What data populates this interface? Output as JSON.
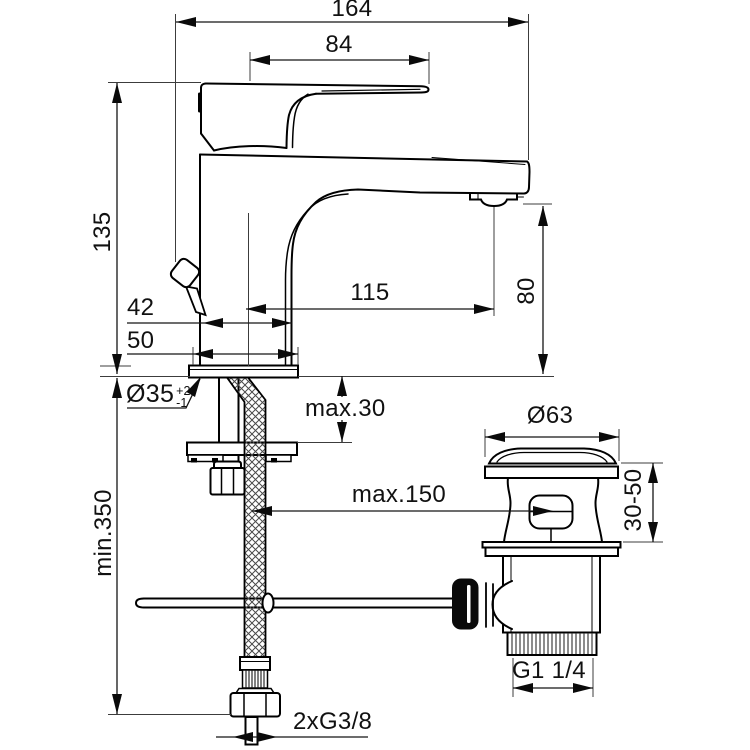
{
  "dims": {
    "total_width": "164",
    "handle_length": "84",
    "body_height": "135",
    "spout_reach": "115",
    "spout_height": "80",
    "base_width_42": "42",
    "base_width_50": "50",
    "hole_dia": "Ø35",
    "hole_tol_plus": "+2",
    "hole_tol_minus": "-1",
    "max_deck_thickness": "max.30",
    "min_hose_length": "min.350",
    "max_rod_reach": "max.150",
    "waste_cap_dia": "Ø63",
    "clamping_range": "30-50",
    "waste_thread": "G1 1/4",
    "supply_thread": "2xG3/8"
  },
  "colors": {
    "line": "#000000",
    "thin_line": "#3c3c3c",
    "text": "#111111",
    "background": "#ffffff"
  }
}
